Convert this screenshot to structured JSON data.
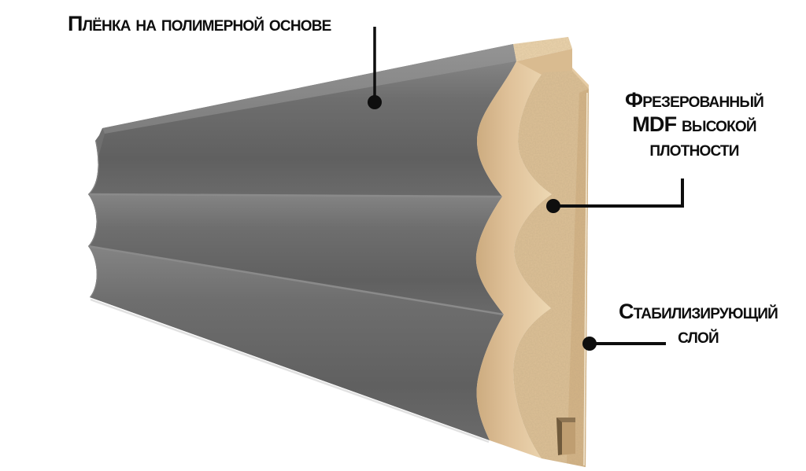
{
  "figure": {
    "type": "product-layers-diagram",
    "subject": "fluted MDF wall panel cross-section"
  },
  "labels": {
    "film": {
      "text": "Плёнка на полимерной основе"
    },
    "mdf": {
      "lines": [
        "Фрезерованный",
        "MDF высокой",
        "плотности"
      ]
    },
    "stabilizing": {
      "lines": [
        "Стабилизирующий",
        "слой"
      ]
    }
  },
  "colors": {
    "background": "#ffffff",
    "label_text": "#0e0e0e",
    "leader_line": "#0e0e0e",
    "film_gray": "#6f6f6f",
    "film_gray_light": "#8b8b8b",
    "film_gray_dark": "#5e5e5e",
    "mdf_beige": "#dcc096",
    "mdf_beige_light": "#ecd5ae",
    "mdf_beige_dark": "#c9a87a",
    "stabilizing_edge": "#d3b385",
    "groove_shadow": "#6f5a3c"
  }
}
